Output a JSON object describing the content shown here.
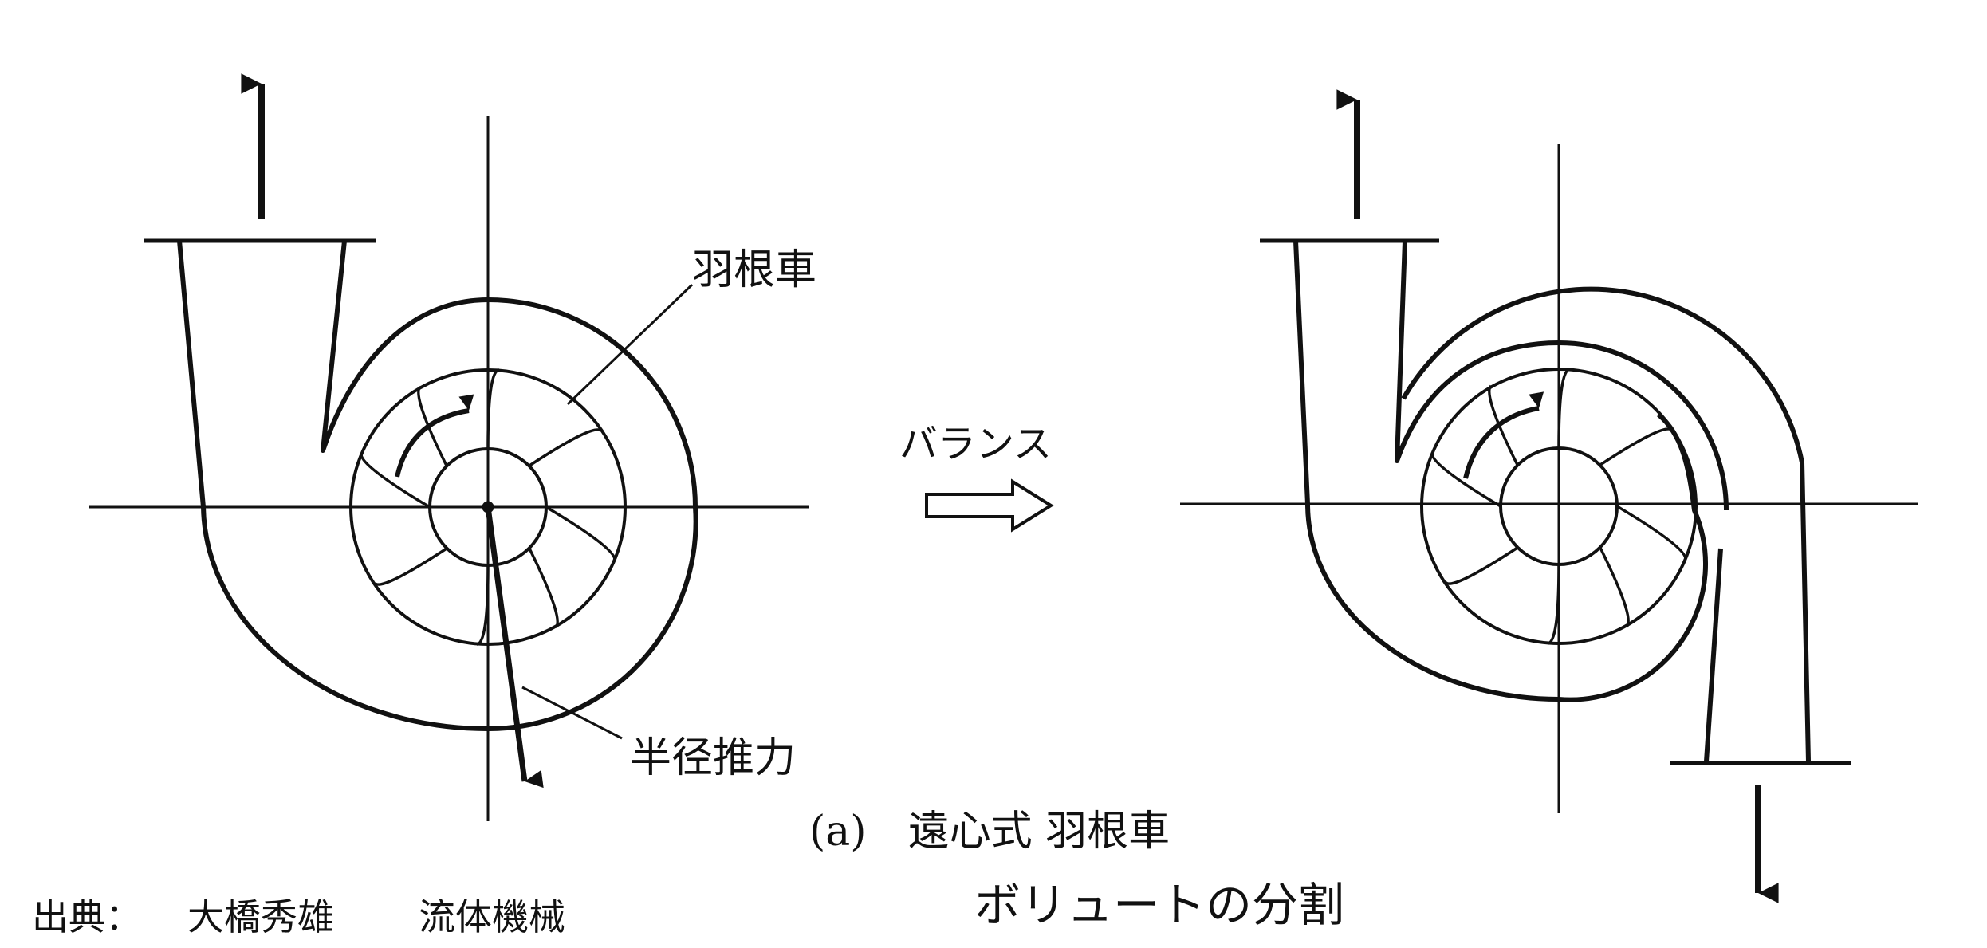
{
  "labels": {
    "impeller": "羽根車",
    "radial_thrust": "半径推力",
    "balance": "バランス",
    "caption": "(a)　遠心式 羽根車"
  },
  "footer": {
    "source_label": "出典：",
    "author": "大橋秀雄",
    "book": "流体機械",
    "title": "ボリュートの分割"
  },
  "colors": {
    "ink": "#111111",
    "background": "#ffffff"
  }
}
